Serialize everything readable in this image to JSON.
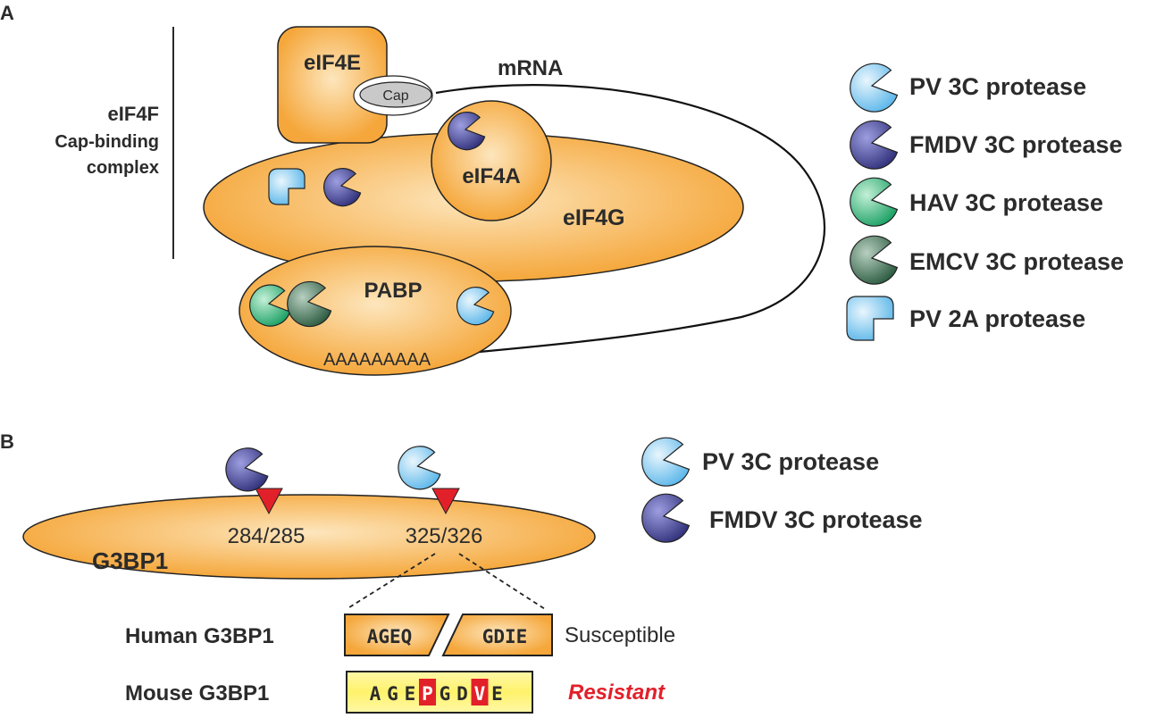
{
  "colors": {
    "orange_light": "#fde2b2",
    "orange": "#f6a83c",
    "outline": "#222222",
    "pv3c": "#6fc3ef",
    "fmdv3c": "#4b4a9a",
    "hav3c": "#3cb47a",
    "emcv3c": "#3f7455",
    "pv2a": "#6fc3ef",
    "mutation_red": "#e2202a",
    "cleavage_red": "#e2202a",
    "mouse_box_yellow": "#fff36a",
    "resistant_red": "#e2202a"
  },
  "panel_a": {
    "panel_label": "A",
    "group_label_line1": "eIF4F",
    "group_label_line2": "Cap-binding",
    "group_label_line3": "complex",
    "eif4e": "eIF4E",
    "cap": "Cap",
    "mrna": "mRNA",
    "eif4a": "eIF4A",
    "eif4g": "eIF4G",
    "pabp": "PABP",
    "polya": "AAAAAAAAA",
    "legend": [
      {
        "label": "PV 3C protease",
        "icon": "pv-3c-protease-icon",
        "kind": "pacman"
      },
      {
        "label": "FMDV 3C protease",
        "icon": "fmdv-3c-protease-icon",
        "kind": "pacman"
      },
      {
        "label": "HAV 3C protease",
        "icon": "hav-3c-protease-icon",
        "kind": "pacman"
      },
      {
        "label": "EMCV 3C protease",
        "icon": "emcv-3c-protease-icon",
        "kind": "pacman"
      },
      {
        "label": "PV 2A protease",
        "icon": "pv-2a-protease-icon",
        "kind": "notched-square"
      }
    ]
  },
  "panel_b": {
    "panel_label": "B",
    "protein": "G3BP1",
    "site1": "284/285",
    "site2": "325/326",
    "legend": [
      {
        "label": "PV 3C protease",
        "icon": "pv-3c-protease-icon"
      },
      {
        "label": "FMDV 3C protease",
        "icon": "fmdv-3c-protease-icon"
      }
    ],
    "human_label": "Human G3BP1",
    "human_seq_left": "AGEQ",
    "human_seq_right": "GDIE",
    "human_status": "Susceptible",
    "mouse_label": "Mouse G3BP1",
    "mouse_seq": [
      "A",
      "G",
      "E",
      "P",
      "G",
      "D",
      "V",
      "E"
    ],
    "mouse_mutated_positions": [
      4,
      7
    ],
    "mouse_status": "Resistant"
  }
}
